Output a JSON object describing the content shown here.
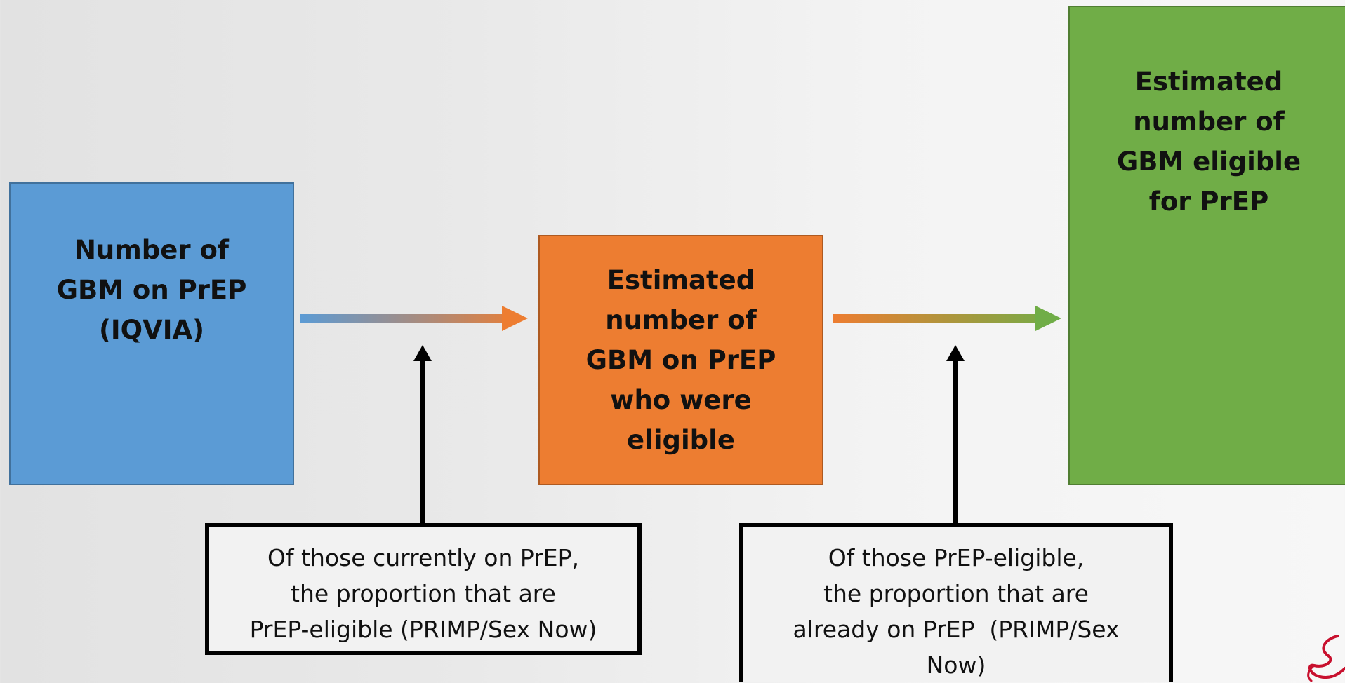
{
  "boxes": {
    "iqvia": {
      "line1": "Number of",
      "line2": "GBM on PrEP",
      "line3": "(IQVIA)",
      "color": "#5b9bd5"
    },
    "eligible_on_prep": {
      "line1": "Estimated",
      "line2": "number of",
      "line3": "GBM on PrEP",
      "line4": "who were",
      "line5": "eligible",
      "color": "#ed7d31"
    },
    "eligible_total": {
      "line1": "Estimated",
      "line2": "number of",
      "line3": "GBM eligible",
      "line4": "for PrEP",
      "color": "#70ad47"
    }
  },
  "notes": {
    "note1": {
      "line1": "Of those currently on PrEP,",
      "line2": "the proportion that are",
      "line3": "PrEP-eligible (PRIMP/Sex Now)"
    },
    "note2": {
      "line1": "Of those PrEP-eligible,",
      "line2": "the proportion that are",
      "line3": "already on PrEP  (PRIMP/Sex",
      "line4": "Now)"
    }
  },
  "icons": {
    "logo": "red-ribbon-logo"
  }
}
